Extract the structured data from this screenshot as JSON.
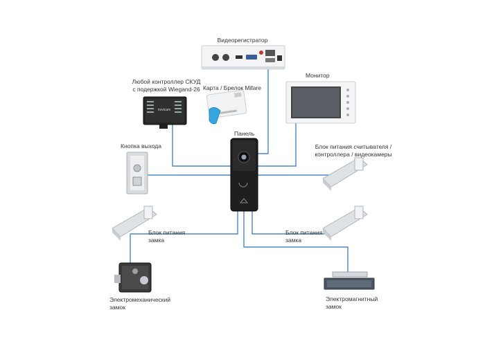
{
  "labels": {
    "dvr": "Видеорегистратор",
    "acs_controller": "Любой контроллер СКУД\nс подержкой Wiegand-26",
    "card": "Карта / Брелок Mifare",
    "monitor": "Монитор",
    "panel": "Панель",
    "exit_button": "Кнопка выхода",
    "psu_reader": "Блок питания считывателя /\nконтроллера / видеокамеры",
    "psu_lock_left": "Блок питания\nзамка",
    "psu_lock_right": "Блок питания\nзамка",
    "em_lock": "Электромеханический\nзамок",
    "mag_lock": "Электромагнитный\nзамок"
  },
  "device_text": {
    "controller_brand": "novicam"
  },
  "colors": {
    "line": "#4a86c5",
    "device_dark": "#2a2a2a",
    "device_light": "#e9ecef",
    "card_tag": "#35a6e0"
  }
}
